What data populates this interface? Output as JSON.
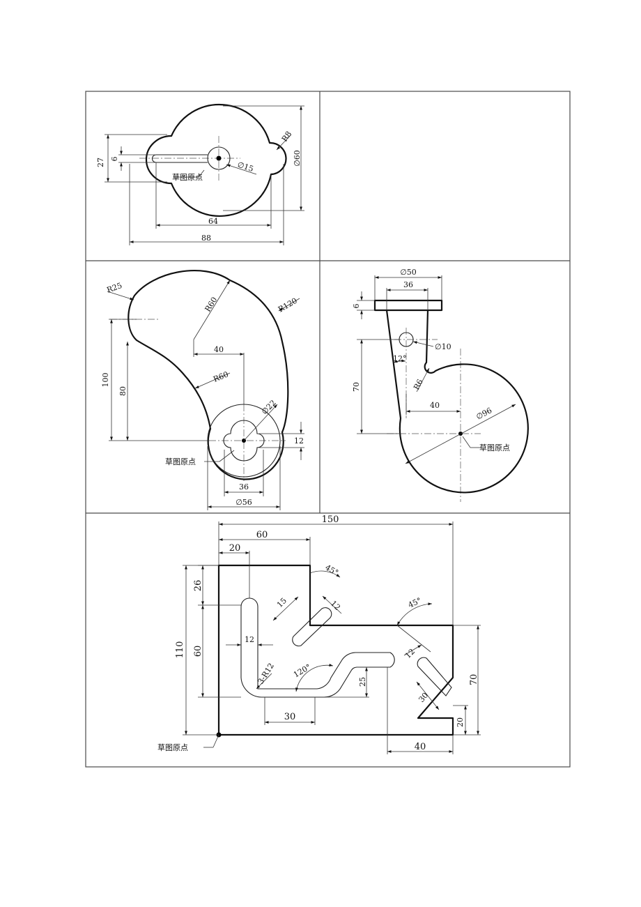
{
  "drawing1": {
    "dim_27": "27",
    "dim_6": "6",
    "dim_r8": "R8",
    "dim_d15": "∅15",
    "dim_d60": "∅60",
    "dim_64": "64",
    "dim_88": "88",
    "origin": "草图原点"
  },
  "drawing2": {
    "dim_r25": "R25",
    "dim_r60a": "R60",
    "dim_r120": "R120",
    "dim_40": "40",
    "dim_100": "100",
    "dim_80": "80",
    "dim_r60b": "R60",
    "dim_d22": "∅22",
    "dim_12": "12",
    "dim_36": "36",
    "dim_d56": "∅56",
    "origin": "草图原点"
  },
  "drawing3": {
    "dim_d50": "∅50",
    "dim_36": "36",
    "dim_6": "6",
    "dim_d10": "∅10",
    "dim_12deg": "12°",
    "dim_r6": "R6",
    "dim_70": "70",
    "dim_40": "40",
    "dim_d96": "∅96",
    "origin": "草图原点"
  },
  "drawing4": {
    "dim_150": "150",
    "dim_60": "60",
    "dim_20": "20",
    "dim_45a": "45°",
    "dim_26": "26",
    "dim_15": "15",
    "dim_12a": "12",
    "dim_45b": "45°",
    "dim_110": "110",
    "dim_60v": "60",
    "dim_12b": "12",
    "dim_3r12": "3-R12",
    "dim_120deg": "120°",
    "dim_25": "25",
    "dim_12c": "12",
    "dim_70": "70",
    "dim_30a": "30",
    "dim_30b": "30",
    "dim_20b": "20",
    "dim_40": "40",
    "origin": "草图原点"
  }
}
